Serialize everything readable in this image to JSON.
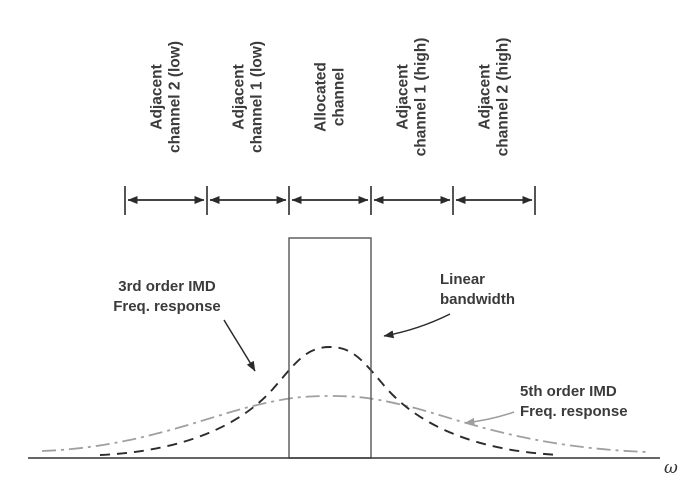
{
  "diagram": {
    "channels": [
      {
        "line1": "Adjacent",
        "line2": "channel 2 (low)"
      },
      {
        "line1": "Adjacent",
        "line2": "channel 1 (low)"
      },
      {
        "line1": "Allocated",
        "line2": "channel"
      },
      {
        "line1": "Adjacent",
        "line2": "channel 1 (high)"
      },
      {
        "line1": "Adjacent",
        "line2": "channel 2 (high)"
      }
    ],
    "annotations": {
      "imd3": {
        "line1": "3rd order IMD",
        "line2": "Freq. response"
      },
      "linear": {
        "line1": "Linear",
        "line2": "bandwidth"
      },
      "imd5": {
        "line1": "5th order IMD",
        "line2": "Freq. response"
      }
    },
    "axis": {
      "omega": "ω"
    },
    "colors": {
      "ink": "#2b2b2b",
      "label": "#3b3b3b",
      "gray": "#9e9e9e"
    }
  }
}
